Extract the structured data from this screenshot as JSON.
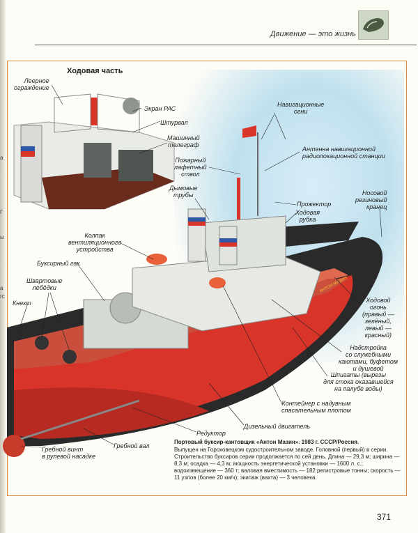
{
  "header": {
    "section_title": "Движение — это жизнь"
  },
  "inset": {
    "title": "Ходовая часть"
  },
  "labels": {
    "lernoe": "Леерное\nограждение",
    "ekran": "Экран РАС",
    "shturval": "Штурвал",
    "telegraf": "Машинный\nтелеграф",
    "pozharny": "Пожарный\nлафетный\nствол",
    "dymovye": "Дымовые\nтрубы",
    "navig_ogni": "Навигационные\nогни",
    "antenna": "Антенна навигационной\nрадиолокационной станции",
    "nosovoy": "Носовой\nрезиновый\nкранец",
    "prozhektor": "Прожектор",
    "rubka": "Ходовая\nрубка",
    "kolpak": "Колпак\nвентиляционного\nустройства",
    "gak": "Буксирный гак",
    "lebedki": "Швартовые\nлебёдки",
    "knekt": "Кнехт",
    "khodovoy": "Ходовой\nогонь\n(правый —\nзелёный,\nлевый —\nкрасный)",
    "nadstroyka": "Надстройка\nсо служебными\nкаютами, буфетом\nи душевой",
    "shpigaty": "Шпигаты (вырезы\nдля стока оказавшейся\nна палубе воды)",
    "konteyner": "Контейнер с надувным\nспасательным плотом",
    "dizel": "Дизельный двигатель",
    "reduktor": "Редуктор",
    "grebnoy_val": "Гребной вал",
    "grebnoy_vint": "Гребной винт\nв рулевой насадке"
  },
  "caption": {
    "title": "Портовый буксир-кантовщик «Антон Мазин». 1983 г. СССР/Россия.",
    "text": "Выпущен на Гороховецком судостроительном заводе. Головной (первый) в серии. Строительство буксиров серии продолжается по сей день. Длина — 29,3 м; ширина — 8,3 м; осадка — 4,3 м; мощность энергетической установки — 1600 л. с.; водоизмещение — 360 т; валовая вместимость — 182 регистровые тонны; скорость — 11 узлов (более 20 км/ч); экипаж (вахта) — 3 человека."
  },
  "ship_name": "АНТОН МАЗИН",
  "page_number": "371",
  "edge_chars": [
    "а",
    "Г",
    "ы",
    "а",
    "гс"
  ],
  "colors": {
    "frame": "#e58a3c",
    "hull_red": "#d8342a",
    "hull_black": "#2a2a2a",
    "sky": "#bfe0ee"
  }
}
